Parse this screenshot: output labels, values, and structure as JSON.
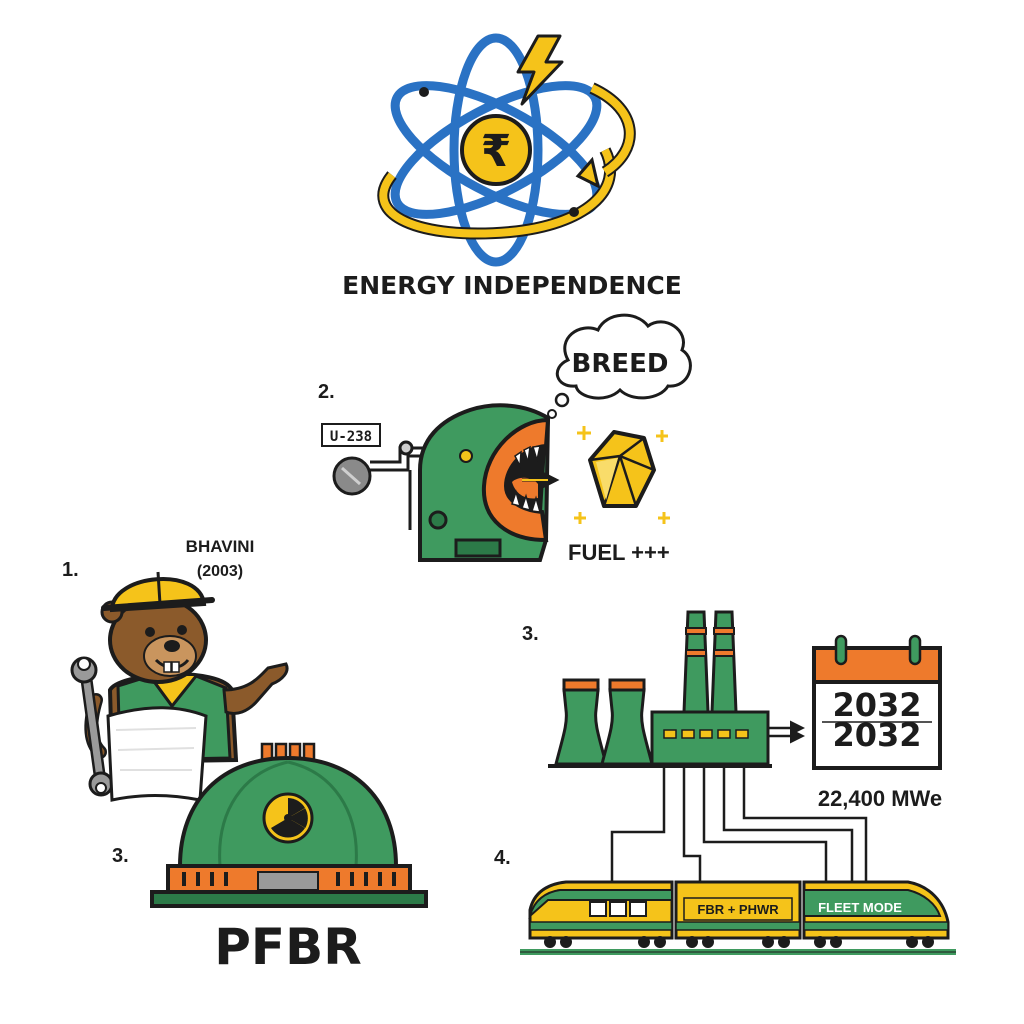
{
  "colors": {
    "green": "#3f9a5f",
    "dark_green": "#2c7a48",
    "yellow": "#f5c31a",
    "orange": "#ee7a2c",
    "blue": "#2a72c4",
    "outline": "#1c1c1c"
  },
  "header": {
    "icon": "atom-rupee-lightning-icon",
    "title": "ENERGY INDEPENDENCE"
  },
  "step_breeder": {
    "number": "2.",
    "input_label": "U-238",
    "thought": "BREED",
    "output_label": "FUEL +++"
  },
  "step_bhavini": {
    "number": "1.",
    "org_name": "BHAVINI",
    "org_year": "(2003)"
  },
  "step_pfbr": {
    "number": "3.",
    "name": "PFBR",
    "icon": "radiation-icon"
  },
  "step_target": {
    "number": "3.",
    "calendar_year_top": "2032",
    "calendar_year_bottom": "2032",
    "capacity": "22,400 MWe"
  },
  "step_fleet": {
    "number": "4.",
    "car_label_1": "FBR + PHWR",
    "car_label_2": "FLEET MODE"
  }
}
